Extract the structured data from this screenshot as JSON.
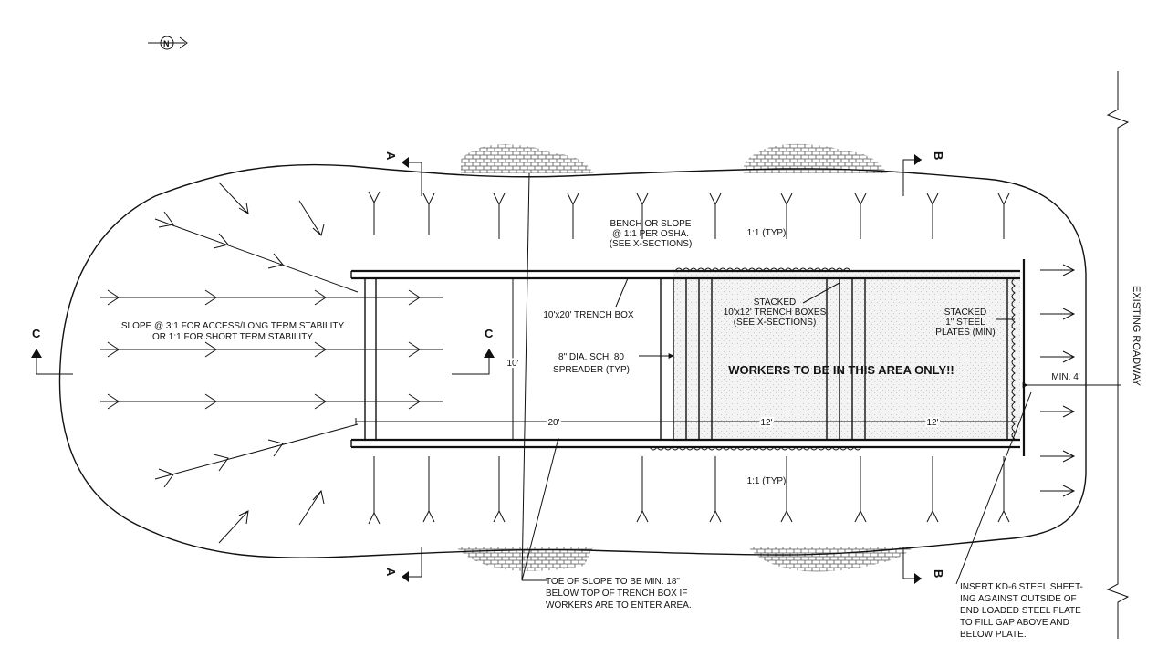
{
  "north_symbol": {
    "glyph": "N"
  },
  "section_marks": {
    "a": "A",
    "b": "B",
    "c": "C"
  },
  "labels": {
    "slope_line1": "SLOPE @ 3:1 FOR ACCESS/LONG TERM STABILITY",
    "slope_line2": "OR 1:1 FOR SHORT TERM STABILITY",
    "bench_line1": "BENCH OR SLOPE",
    "bench_line2": "@ 1:1 PER OSHA.",
    "bench_line3": "(SEE X-SECTIONS)",
    "typ_top": "1:1 (TYP)",
    "typ_bottom": "1:1 (TYP)",
    "trench_box": "10'x20' TRENCH BOX",
    "stacked_line1": "STACKED",
    "stacked_line2": "10'x12' TRENCH BOXES",
    "stacked_line3": "(SEE X-SECTIONS)",
    "plates_line1": "STACKED",
    "plates_line2": "1\" STEEL",
    "plates_line3": "PLATES (MIN)",
    "spreader_line1": "8\" DIA. SCH. 80",
    "spreader_line2": "SPREADER (TYP)",
    "workers": "WORKERS TO BE IN THIS AREA ONLY!!",
    "dim_10": "10'",
    "dim_20": "20'",
    "dim_12a": "12'",
    "dim_12b": "12'",
    "min4": "MIN. 4'",
    "roadway": "EXISTING ROADWAY",
    "toe_line1": "TOE OF SLOPE TO BE MIN. 18\"",
    "toe_line2": "BELOW TOP OF TRENCH BOX IF",
    "toe_line3": "WORKERS ARE TO ENTER AREA.",
    "insert_line1": "INSERT KD-6 STEEL SHEET-",
    "insert_line2": "ING AGAINST OUTSIDE OF",
    "insert_line3": "END LOADED STEEL PLATE",
    "insert_line4": "TO FILL GAP ABOVE AND",
    "insert_line5": "BELOW PLATE."
  }
}
